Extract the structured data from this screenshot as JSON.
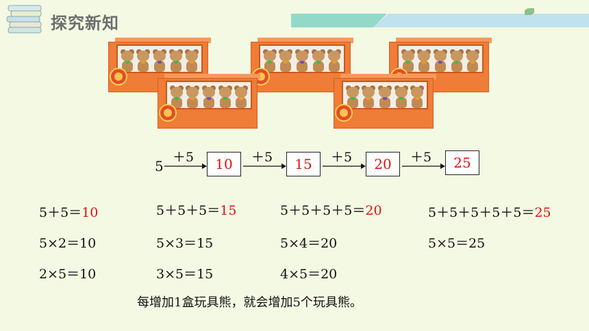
{
  "header": {
    "title": "探究新知"
  },
  "colors": {
    "background": "#f4f9e3",
    "answer": "#e01010",
    "box": "#ef7c37"
  },
  "boxes": [
    {
      "bows": [
        "#3bbd4a",
        "#e5a021",
        "#6c4fb8",
        "#3bbd4a",
        "#e5a021"
      ]
    },
    {
      "bows": [
        "#3bbd4a",
        "#e5a021",
        "#6c4fb8",
        "#3bbd4a",
        "#e5a021"
      ]
    },
    {
      "bows": [
        "#3bbd4a",
        "#e5a021",
        "#6c4fb8",
        "#3bbd4a",
        "#e5a021"
      ]
    },
    {
      "bows": [
        "#3bbd4a",
        "#e5a021",
        "#6c4fb8",
        "#3bbd4a",
        "#e5a021"
      ]
    },
    {
      "bows": [
        "#3bbd4a",
        "#e5a021",
        "#6c4fb8",
        "#3bbd4a",
        "#e5a021"
      ]
    }
  ],
  "sequence": {
    "start": "5",
    "step_label": "＋5",
    "values": [
      "10",
      "15",
      "20",
      "25"
    ]
  },
  "equations": {
    "col1": {
      "r1_expr": "5＋5＝",
      "r1_ans": "10",
      "r2": "5×2＝10",
      "r3": "2×5＝10"
    },
    "col2": {
      "r1_expr": "5＋5＋5＝",
      "r1_ans": "15",
      "r2": "5×3＝15",
      "r3": "3×5＝15"
    },
    "col3": {
      "r1_expr": "5＋5＋5＋5＝",
      "r1_ans": "20",
      "r2": "5×4＝20",
      "r3": "4×5＝20"
    },
    "col4": {
      "r1_expr": "5＋5＋5＋5＋5＝",
      "r1_ans": "25",
      "r2": "5×5＝25"
    }
  },
  "sentence": "每增加1盒玩具熊，就会增加5个玩具熊。"
}
